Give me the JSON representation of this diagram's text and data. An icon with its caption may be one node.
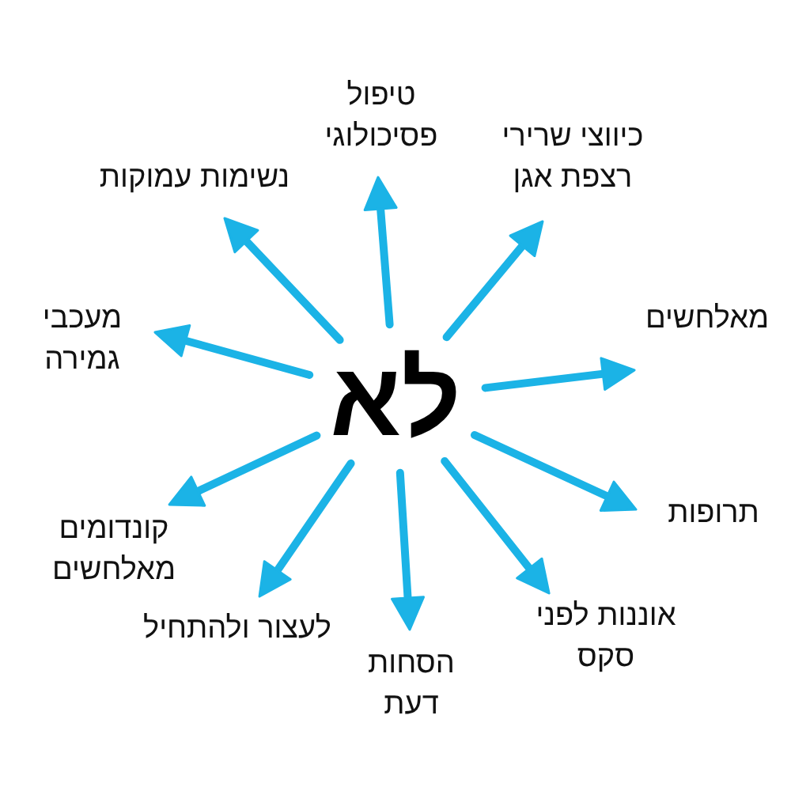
{
  "diagram": {
    "nodes": [
      {
        "text": [
          "לא"
        ]
      },
      {
        "text": [
          "טיפול פסיכולוגי"
        ]
      },
      {
        "text": [
          "כיווצי שרירי רצפת אגן"
        ]
      },
      {
        "text": [
          "נשימות עמוקות"
        ]
      },
      {
        "text": [
          "מאלחשים"
        ]
      },
      {
        "text": [
          "מעכבי גמירה"
        ]
      },
      {
        "text": [
          "תרופות"
        ]
      },
      {
        "text": [
          "קונדומים מאלחשים"
        ]
      },
      {
        "text": [
          "אוננות לפני סקס"
        ]
      },
      {
        "text": [
          "לעצור ולהתחיל"
        ]
      },
      {
        "text": [
          "הסחות דעת"
        ]
      }
    ],
    "edges": [
      {
        "from": 0,
        "to": 1,
        "arrow": "to"
      },
      {
        "from": 0,
        "to": 2,
        "arrow": "to"
      },
      {
        "from": 0,
        "to": 3,
        "arrow": "to"
      },
      {
        "from": 0,
        "to": 4,
        "arrow": "to"
      },
      {
        "from": 0,
        "to": 5,
        "arrow": "to"
      },
      {
        "from": 0,
        "to": 6,
        "arrow": "to"
      },
      {
        "from": 0,
        "to": 7,
        "arrow": "to"
      },
      {
        "from": 0,
        "to": 8,
        "arrow": "to"
      },
      {
        "from": 0,
        "to": 9,
        "arrow": "to"
      },
      {
        "from": 0,
        "to": 10,
        "arrow": "to"
      }
    ]
  }
}
